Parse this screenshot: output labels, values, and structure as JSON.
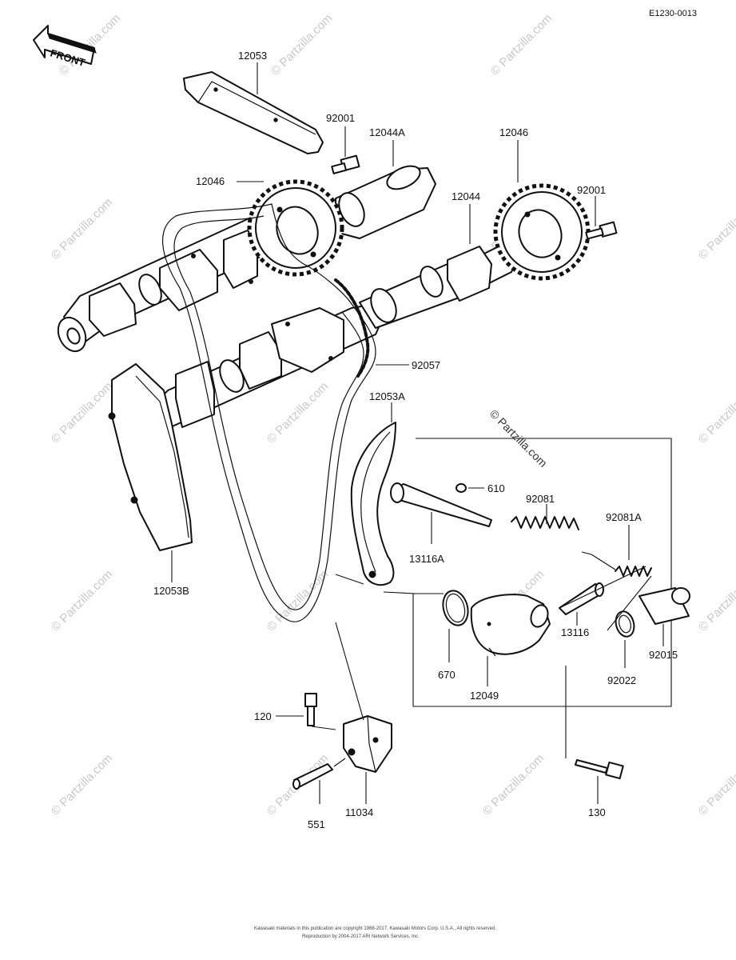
{
  "header": {
    "diagram_id": "E1230-0013"
  },
  "front_arrow": {
    "label": "FRONT"
  },
  "watermark": {
    "text": "© Partzilla.com"
  },
  "parts": {
    "p12053": "12053",
    "p92001_top": "92001",
    "p12044A": "12044A",
    "p12046_left": "12046",
    "p12046_right": "12046",
    "p92001_right": "92001",
    "p12044": "12044",
    "p92057": "92057",
    "p12053A": "12053A",
    "p610": "610",
    "p92081": "92081",
    "p92081A": "92081A",
    "p13116A": "13116A",
    "p13116": "13116",
    "p92015": "92015",
    "p670": "670",
    "p12049": "12049",
    "p92022": "92022",
    "p12053B": "12053B",
    "p120": "120",
    "p11034": "11034",
    "p551": "551",
    "p130": "130"
  },
  "footer": {
    "line1": "Kawasaki materials in this publication are copyright 1968-2017, Kawasaki Motors Corp. U.S.A., All rights reserved.",
    "line2": "Reproduction by 2004-2017 ARI Network Services, Inc."
  }
}
